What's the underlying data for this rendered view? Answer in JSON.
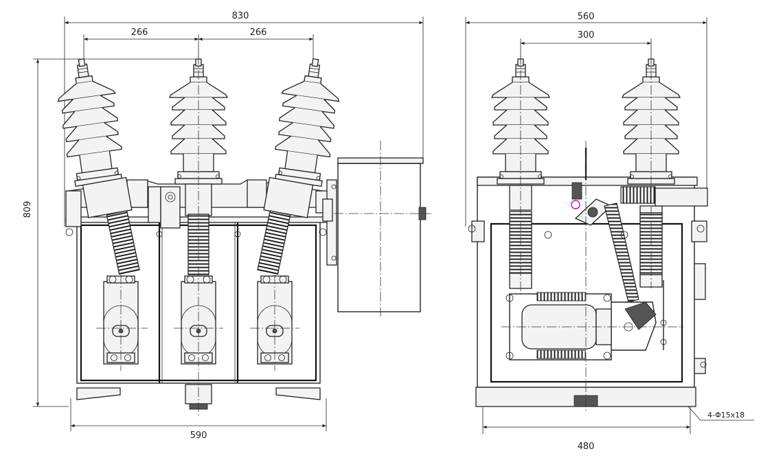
{
  "front_view": {
    "overall_width": "830",
    "pole_spacing_left": "266",
    "pole_spacing_right": "266",
    "height": "809",
    "base_width": "590"
  },
  "side_view": {
    "overall_width": "560",
    "pole_spacing": "300",
    "base_width": "480",
    "mounting_holes": "4-Φ15x18"
  },
  "colors": {
    "line": "#222222",
    "accent": "#cc00cc"
  }
}
